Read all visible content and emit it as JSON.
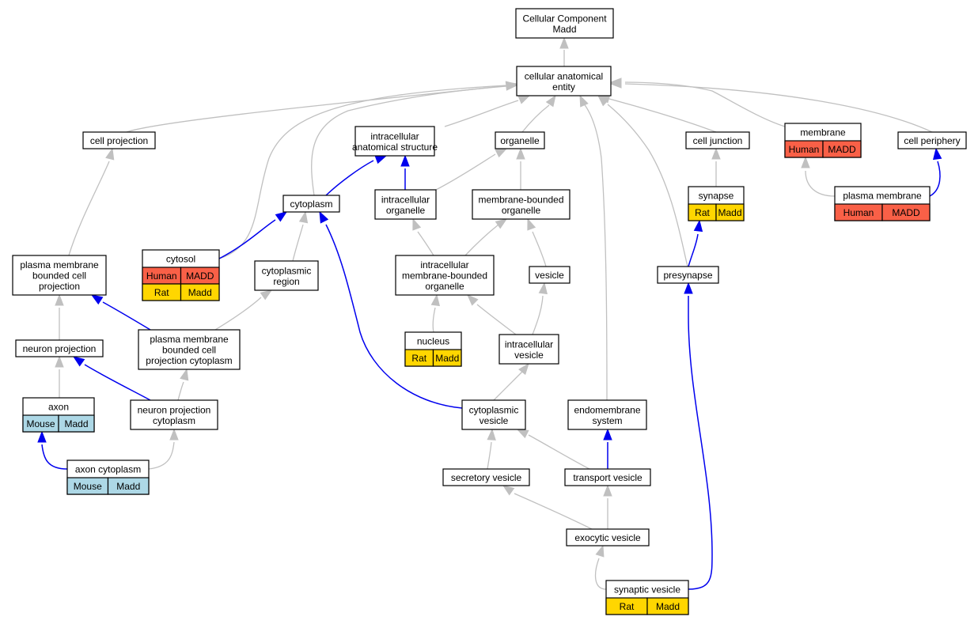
{
  "diagram": {
    "colors": {
      "human": "#f96047",
      "rat": "#ffd600",
      "mouse": "#add8e6",
      "edge_is_a": "#c0c0c0",
      "edge_part_of": "#0000ee"
    },
    "nodes": [
      {
        "id": "root",
        "lines": [
          "Cellular Component",
          "Madd"
        ]
      },
      {
        "id": "cae",
        "lines": [
          "cellular anatomical",
          "entity"
        ]
      },
      {
        "id": "cellproj",
        "lines": [
          "cell projection"
        ]
      },
      {
        "id": "ias",
        "lines": [
          "intracellular",
          "anatomical structure"
        ]
      },
      {
        "id": "organelle",
        "lines": [
          "organelle"
        ]
      },
      {
        "id": "celljunction",
        "lines": [
          "cell junction"
        ]
      },
      {
        "id": "membrane",
        "lines": [
          "membrane"
        ],
        "annotations": [
          {
            "species": "Human",
            "gene": "MADD"
          }
        ]
      },
      {
        "id": "cellperiphery",
        "lines": [
          "cell periphery"
        ]
      },
      {
        "id": "cytoplasm",
        "lines": [
          "cytoplasm"
        ]
      },
      {
        "id": "intraorg",
        "lines": [
          "intracellular",
          "organelle"
        ]
      },
      {
        "id": "mbo",
        "lines": [
          "membrane-bounded",
          "organelle"
        ]
      },
      {
        "id": "synapse",
        "lines": [
          "synapse"
        ],
        "annotations": [
          {
            "species": "Rat",
            "gene": "Madd"
          }
        ]
      },
      {
        "id": "plasmamem",
        "lines": [
          "plasma membrane"
        ],
        "annotations": [
          {
            "species": "Human",
            "gene": "MADD"
          }
        ]
      },
      {
        "id": "pmbcp",
        "lines": [
          "plasma membrane",
          "bounded cell",
          "projection"
        ]
      },
      {
        "id": "cytosol",
        "lines": [
          "cytosol"
        ],
        "annotations": [
          {
            "species": "Human",
            "gene": "MADD"
          },
          {
            "species": "Rat",
            "gene": "Madd"
          }
        ]
      },
      {
        "id": "cytoregion",
        "lines": [
          "cytoplasmic",
          "region"
        ]
      },
      {
        "id": "imbo",
        "lines": [
          "intracellular",
          "membrane-bounded",
          "organelle"
        ]
      },
      {
        "id": "vesicle",
        "lines": [
          "vesicle"
        ]
      },
      {
        "id": "presynapse",
        "lines": [
          "presynapse"
        ]
      },
      {
        "id": "neuronproj",
        "lines": [
          "neuron projection"
        ]
      },
      {
        "id": "pmbcpc",
        "lines": [
          "plasma membrane",
          "bounded cell",
          "projection cytoplasm"
        ]
      },
      {
        "id": "nucleus",
        "lines": [
          "nucleus"
        ],
        "annotations": [
          {
            "species": "Rat",
            "gene": "Madd"
          }
        ]
      },
      {
        "id": "intravesicle",
        "lines": [
          "intracellular",
          "vesicle"
        ]
      },
      {
        "id": "axon",
        "lines": [
          "axon"
        ],
        "annotations": [
          {
            "species": "Mouse",
            "gene": "Madd"
          }
        ]
      },
      {
        "id": "npc",
        "lines": [
          "neuron projection",
          "cytoplasm"
        ]
      },
      {
        "id": "cytovesicle",
        "lines": [
          "cytoplasmic",
          "vesicle"
        ]
      },
      {
        "id": "endomem",
        "lines": [
          "endomembrane",
          "system"
        ]
      },
      {
        "id": "axoncyto",
        "lines": [
          "axon cytoplasm"
        ],
        "annotations": [
          {
            "species": "Mouse",
            "gene": "Madd"
          }
        ]
      },
      {
        "id": "secvesicle",
        "lines": [
          "secretory vesicle"
        ]
      },
      {
        "id": "transvesicle",
        "lines": [
          "transport vesicle"
        ]
      },
      {
        "id": "exovesicle",
        "lines": [
          "exocytic vesicle"
        ]
      },
      {
        "id": "synvesicle",
        "lines": [
          "synaptic vesicle"
        ],
        "annotations": [
          {
            "species": "Rat",
            "gene": "Madd"
          }
        ]
      }
    ],
    "edges": [
      {
        "from": "cae",
        "to": "root",
        "type": "is_a"
      },
      {
        "from": "cellproj",
        "to": "cae",
        "type": "is_a"
      },
      {
        "from": "ias",
        "to": "cae",
        "type": "is_a"
      },
      {
        "from": "organelle",
        "to": "cae",
        "type": "is_a"
      },
      {
        "from": "celljunction",
        "to": "cae",
        "type": "is_a"
      },
      {
        "from": "membrane",
        "to": "cae",
        "type": "is_a"
      },
      {
        "from": "cellperiphery",
        "to": "cae",
        "type": "is_a"
      },
      {
        "from": "cytoplasm",
        "to": "cae",
        "type": "is_a"
      },
      {
        "from": "cytosol",
        "to": "cae",
        "type": "is_a"
      },
      {
        "from": "endomem",
        "to": "cae",
        "type": "is_a"
      },
      {
        "from": "presynapse",
        "to": "cae",
        "type": "is_a"
      },
      {
        "from": "cytoplasm",
        "to": "ias",
        "type": "part_of"
      },
      {
        "from": "intraorg",
        "to": "ias",
        "type": "part_of"
      },
      {
        "from": "intraorg",
        "to": "organelle",
        "type": "is_a"
      },
      {
        "from": "mbo",
        "to": "organelle",
        "type": "is_a"
      },
      {
        "from": "synapse",
        "to": "celljunction",
        "type": "is_a"
      },
      {
        "from": "plasmamem",
        "to": "membrane",
        "type": "is_a"
      },
      {
        "from": "plasmamem",
        "to": "cellperiphery",
        "type": "part_of"
      },
      {
        "from": "pmbcp",
        "to": "cellproj",
        "type": "is_a"
      },
      {
        "from": "cytosol",
        "to": "cytoplasm",
        "type": "part_of"
      },
      {
        "from": "cytoregion",
        "to": "cytoplasm",
        "type": "is_a"
      },
      {
        "from": "imbo",
        "to": "intraorg",
        "type": "is_a"
      },
      {
        "from": "imbo",
        "to": "mbo",
        "type": "is_a"
      },
      {
        "from": "vesicle",
        "to": "mbo",
        "type": "is_a"
      },
      {
        "from": "presynapse",
        "to": "synapse",
        "type": "part_of"
      },
      {
        "from": "neuronproj",
        "to": "pmbcp",
        "type": "is_a"
      },
      {
        "from": "pmbcpc",
        "to": "pmbcp",
        "type": "part_of"
      },
      {
        "from": "pmbcpc",
        "to": "cytoregion",
        "type": "is_a"
      },
      {
        "from": "nucleus",
        "to": "imbo",
        "type": "is_a"
      },
      {
        "from": "intravesicle",
        "to": "imbo",
        "type": "is_a"
      },
      {
        "from": "intravesicle",
        "to": "vesicle",
        "type": "is_a"
      },
      {
        "from": "axon",
        "to": "neuronproj",
        "type": "is_a"
      },
      {
        "from": "npc",
        "to": "neuronproj",
        "type": "part_of"
      },
      {
        "from": "npc",
        "to": "pmbcpc",
        "type": "is_a"
      },
      {
        "from": "cytovesicle",
        "to": "intravesicle",
        "type": "is_a"
      },
      {
        "from": "cytovesicle",
        "to": "cytoplasm",
        "type": "part_of"
      },
      {
        "from": "axoncyto",
        "to": "axon",
        "type": "part_of"
      },
      {
        "from": "axoncyto",
        "to": "npc",
        "type": "is_a"
      },
      {
        "from": "secvesicle",
        "to": "cytovesicle",
        "type": "is_a"
      },
      {
        "from": "transvesicle",
        "to": "cytovesicle",
        "type": "is_a"
      },
      {
        "from": "transvesicle",
        "to": "endomem",
        "type": "part_of"
      },
      {
        "from": "exovesicle",
        "to": "secvesicle",
        "type": "is_a"
      },
      {
        "from": "exovesicle",
        "to": "transvesicle",
        "type": "is_a"
      },
      {
        "from": "synvesicle",
        "to": "exovesicle",
        "type": "is_a"
      },
      {
        "from": "synvesicle",
        "to": "presynapse",
        "type": "part_of"
      }
    ]
  }
}
